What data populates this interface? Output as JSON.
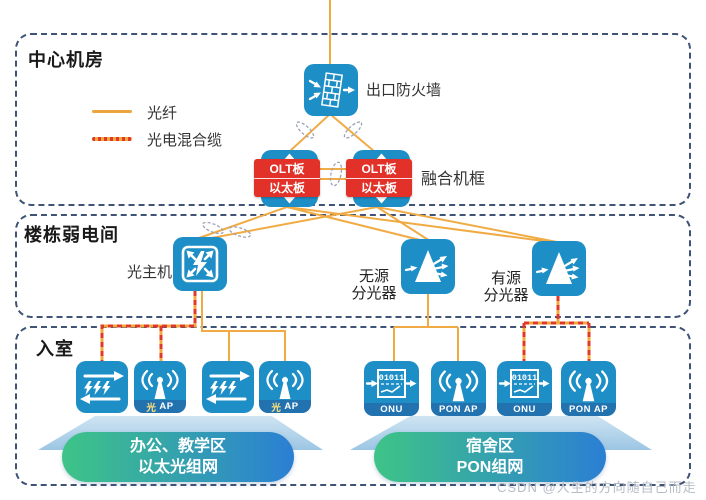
{
  "sections": {
    "central_room": "中心机房",
    "building_room": "楼栋弱电间",
    "indoor": "入室"
  },
  "legend": {
    "fiber": "光纤",
    "hybrid": "光电混合缆"
  },
  "labels": {
    "firewall": "出口防火墙",
    "chassis": "融合机框",
    "optical_host": "光主机",
    "passive_splitter_l1": "无源",
    "passive_splitter_l2": "分光器",
    "active_splitter_l1": "有源",
    "active_splitter_l2": "分光器"
  },
  "olt_card": {
    "line1": "OLT板",
    "line2": "以太板"
  },
  "badges": {
    "optical_ap": {
      "cn": "光",
      "en": "AP"
    },
    "onu": "ONU",
    "pon_ap": "PON AP"
  },
  "onu_digits": "01011",
  "banners": {
    "office": {
      "line1": "办公、教学区",
      "line2": "以太光组网"
    },
    "dorm": {
      "line1": "宿舍区",
      "line2": "PON组网"
    }
  },
  "watermark": "CSDN @人生的方向随自己而走",
  "colors": {
    "device_blue": "#1e8ec6",
    "badge_red": "#e23128",
    "fiber_orange": "#f0ab45",
    "hybrid_red": "#e0392b",
    "border_navy": "#3f5377",
    "band_blue": "#2272b0",
    "banner_green": "#3ec487",
    "banner_blue": "#2b7fd4",
    "platform_blue": "#9cc6e4"
  }
}
